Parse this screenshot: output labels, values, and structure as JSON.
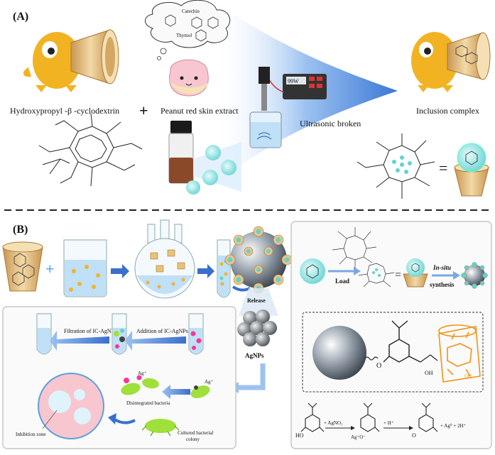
{
  "panelA": {
    "label": "(A)",
    "host_label": "Hydroxypropyl -β -cyclodextrin",
    "plus": "+",
    "extract_label": "Peanut red skin extract",
    "cloud_text_1": "Catechin",
    "cloud_text_2": "Thymol",
    "device_display": "99W",
    "process_label": "Ultrasonic broken",
    "product_label": "Inclusion complex",
    "equals": "="
  },
  "panelB": {
    "label": "(B)",
    "plus": "+",
    "release_label": "Release",
    "agnp_label": "AgNPs",
    "filtration_label": "Filtration of IC-AgNPs",
    "addition_label": "Addition of IC-AgNPs",
    "disintegrated_label": "Disintegrated bacteria",
    "inhibition_label": "Inhibition zone",
    "cultured_label_1": "Cultured bacterial",
    "cultured_label_2": "colony",
    "ag_ion": "Ag⁺",
    "load_label": "Load",
    "equals": "=",
    "insitu_label": "In-situ",
    "synthesis_label": "synthesis",
    "oh_label": "OH",
    "ho_label": "HO",
    "o_label": "O",
    "eq_plus_agno3": "+ AgNO₃",
    "eq_ag_o": "Ag⁺O⁻",
    "eq_plus_h": "+ H⁺",
    "eq_plus_ag0": "+ Ag⁰ + 2H⁺"
  },
  "colors": {
    "duck": "#f2b323",
    "cup": "#e9c58a",
    "blue_arrow": "#3a78d6",
    "cyan": "#5fd3d0",
    "pink": "#f7c6cf",
    "bacteria": "#9fe03a",
    "orange": "#f39212"
  }
}
